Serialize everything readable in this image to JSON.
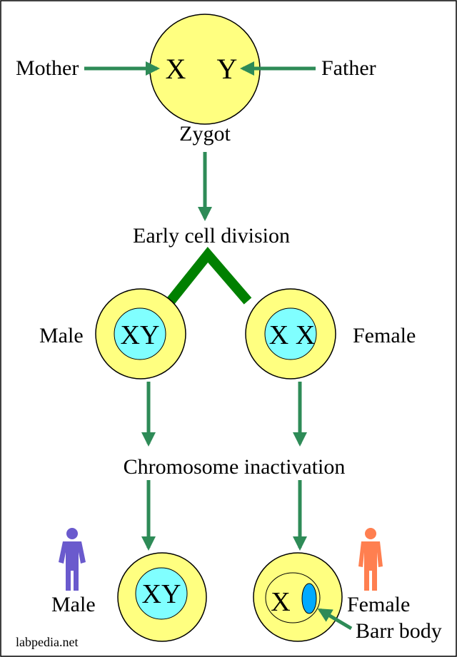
{
  "labels": {
    "mother": "Mother",
    "father": "Father",
    "zygote_x": "X",
    "zygote_y": "Y",
    "zygot": "Zygot",
    "early_division": "Early cell division",
    "male_top": "Male",
    "female_top": "Female",
    "male_cell_top": "XY",
    "female_cell_top": "X X",
    "inactivation": "Chromosome inactivation",
    "male_cell_bottom": "XY",
    "female_cell_bottom": "X",
    "male_bottom": "Male",
    "female_bottom": "Female",
    "barr_body": "Barr body",
    "credit": "labpedia.net"
  },
  "colors": {
    "cell_fill": "#ffff80",
    "nucleus_fill": "#80ffff",
    "barr_fill": "#00aaff",
    "arrow": "#2e8b57",
    "bracket": "#008000",
    "male_icon": "#6a5acd",
    "female_icon": "#ff7f50"
  },
  "icons": {
    "male": "male-person-icon",
    "female": "female-person-icon"
  }
}
